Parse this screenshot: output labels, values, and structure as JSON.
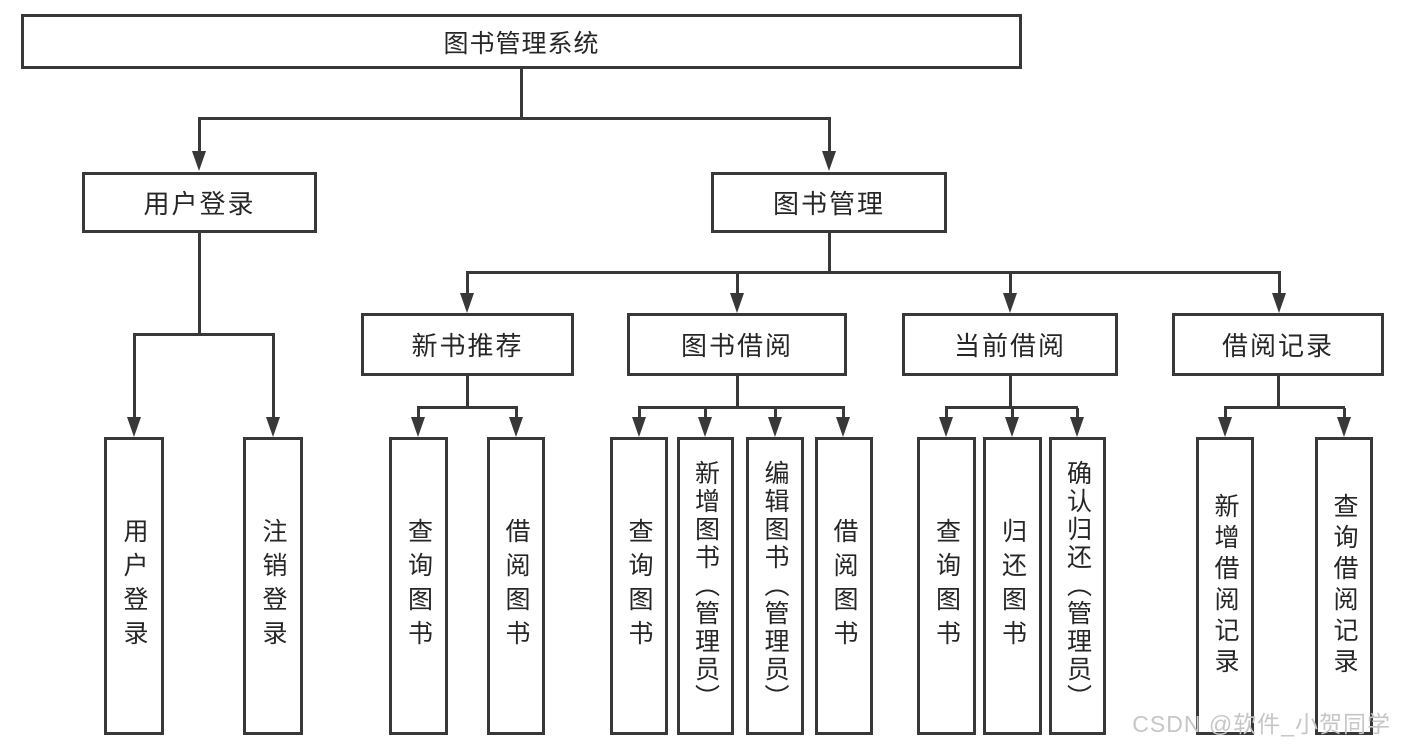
{
  "diagram": {
    "root": "图书管理系统",
    "level1": {
      "user_login": "用户登录",
      "book_management": "图书管理"
    },
    "level2": {
      "new_book_recommendation": "新书推荐",
      "book_borrowing": "图书借阅",
      "current_borrowing": "当前借阅",
      "borrowing_records": "借阅记录"
    },
    "leaves": {
      "under_user_login": {
        "user_login": "用户登录",
        "logout_login": "注销登录"
      },
      "under_new_book_recommendation": {
        "query_books": "查询图书",
        "borrow_books": "借阅图书"
      },
      "under_book_borrowing": {
        "query_books": "查询图书",
        "add_books_admin": "新增图书（管理员）",
        "edit_books_admin": "编辑图书（管理员）",
        "borrow_books": "借阅图书"
      },
      "under_current_borrowing": {
        "query_books": "查询图书",
        "return_books": "归还图书",
        "confirm_return_admin": "确认归还（管理员）"
      },
      "under_borrowing_records": {
        "add_borrowing_record": "新增借阅记录",
        "query_borrowing_record": "查询借阅记录"
      }
    }
  },
  "watermark": "CSDN @软件_小贺同学",
  "colors": {
    "border": "#383838",
    "line": "#383838",
    "text": "#262626",
    "watermark": "#c6c6c6",
    "background": "#ffffff"
  }
}
